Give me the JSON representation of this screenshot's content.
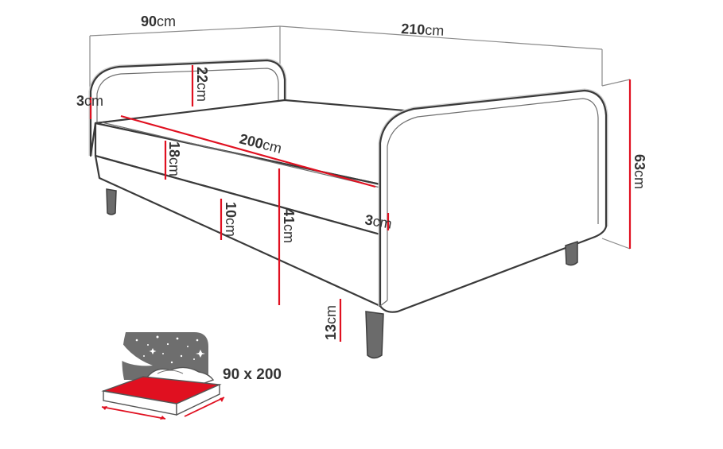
{
  "dimensions": {
    "width_top": {
      "value": "90",
      "unit": "cm"
    },
    "length_top": {
      "value": "210",
      "unit": "cm"
    },
    "armrest_thickness_left": {
      "value": "3",
      "unit": "cm"
    },
    "armrest_height": {
      "value": "22",
      "unit": "cm"
    },
    "mattress_thickness": {
      "value": "18",
      "unit": "cm"
    },
    "mattress_length": {
      "value": "200",
      "unit": "cm"
    },
    "base_height": {
      "value": "10",
      "unit": "cm"
    },
    "seat_height": {
      "value": "41",
      "unit": "cm"
    },
    "armrest_thickness_right": {
      "value": "3",
      "unit": "cm"
    },
    "total_height": {
      "value": "63",
      "unit": "cm"
    },
    "leg_height": {
      "value": "13",
      "unit": "cm"
    }
  },
  "sleeping_area": {
    "label": "90 x 200"
  },
  "colors": {
    "dimension_line": "#e01020",
    "outline": "#3a3a3a",
    "mattress_icon": "#e01020"
  }
}
